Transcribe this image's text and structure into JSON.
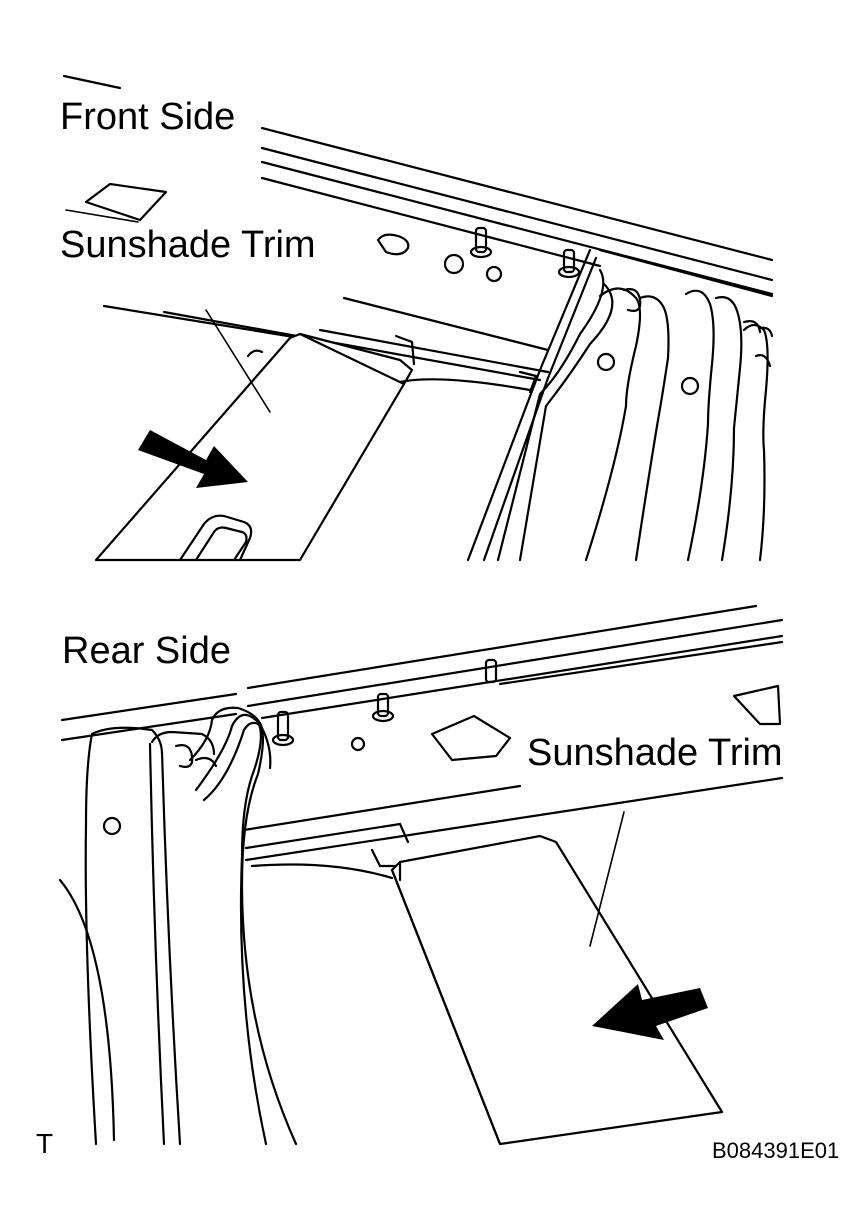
{
  "diagram": {
    "front_panel": {
      "title": "Front Side",
      "callout": "Sunshade Trim"
    },
    "rear_panel": {
      "title": "Rear Side",
      "callout": "Sunshade Trim"
    },
    "footer": {
      "mark": "T",
      "code": "B084391E01"
    },
    "colors": {
      "ink": "#000000",
      "paper": "#ffffff"
    }
  }
}
